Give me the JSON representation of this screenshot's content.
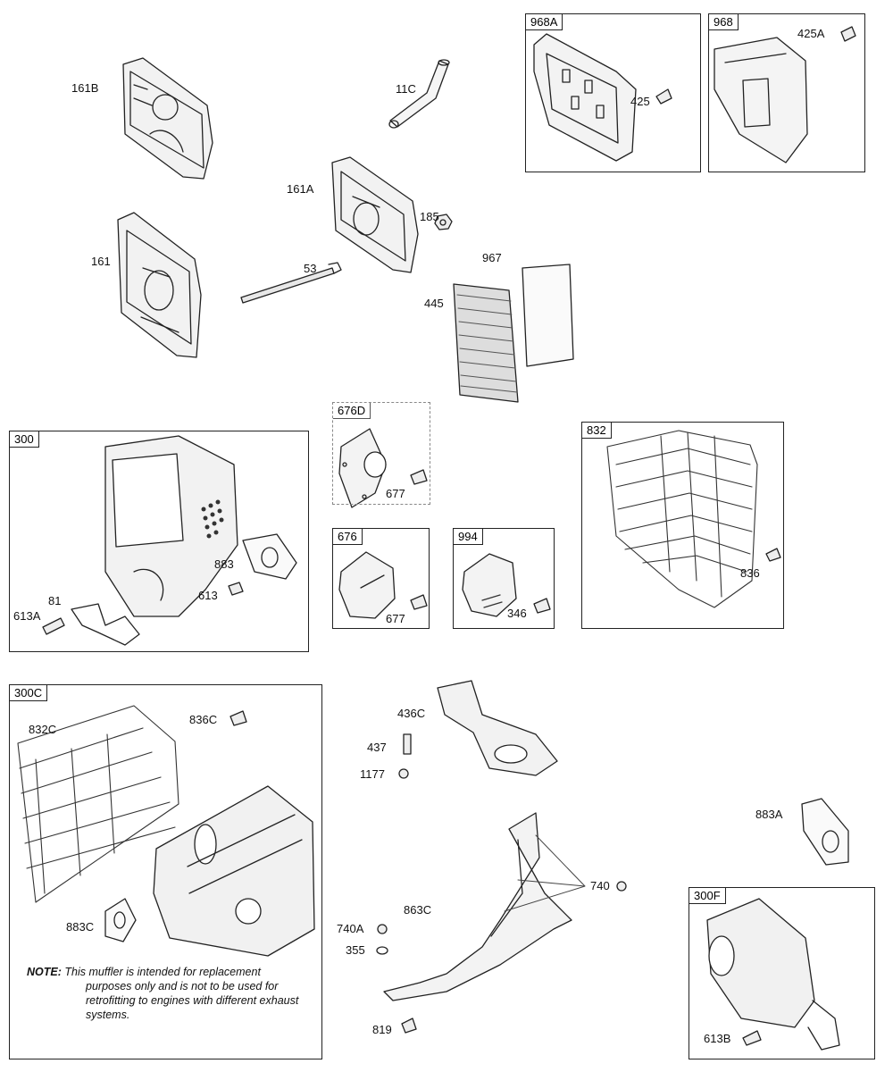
{
  "parts": {
    "p161B": "161B",
    "p161": "161",
    "p11C": "11C",
    "p161A": "161A",
    "p185": "185",
    "p53": "53",
    "p967": "967",
    "p445": "445",
    "p425": "425",
    "p425A": "425A",
    "p883": "883",
    "p613": "613",
    "p81": "81",
    "p613A": "613A",
    "p677a": "677",
    "p677b": "677",
    "p346": "346",
    "p836": "836",
    "p836C": "836C",
    "p832C": "832C",
    "p883C": "883C",
    "p436C": "436C",
    "p437": "437",
    "p1177": "1177",
    "p883A": "883A",
    "p740": "740",
    "p863C": "863C",
    "p740A": "740A",
    "p355": "355",
    "p819": "819",
    "p613B": "613B"
  },
  "groups": {
    "g968A": "968A",
    "g968": "968",
    "g300": "300",
    "g676D": "676D",
    "g676": "676",
    "g994": "994",
    "g832": "832",
    "g300C": "300C",
    "g300F": "300F"
  },
  "note": {
    "prefix": "NOTE:",
    "line1": "This muffler is intended for replacement",
    "rest": "purposes only and is not to be used for retrofitting to engines with different exhaust systems."
  }
}
